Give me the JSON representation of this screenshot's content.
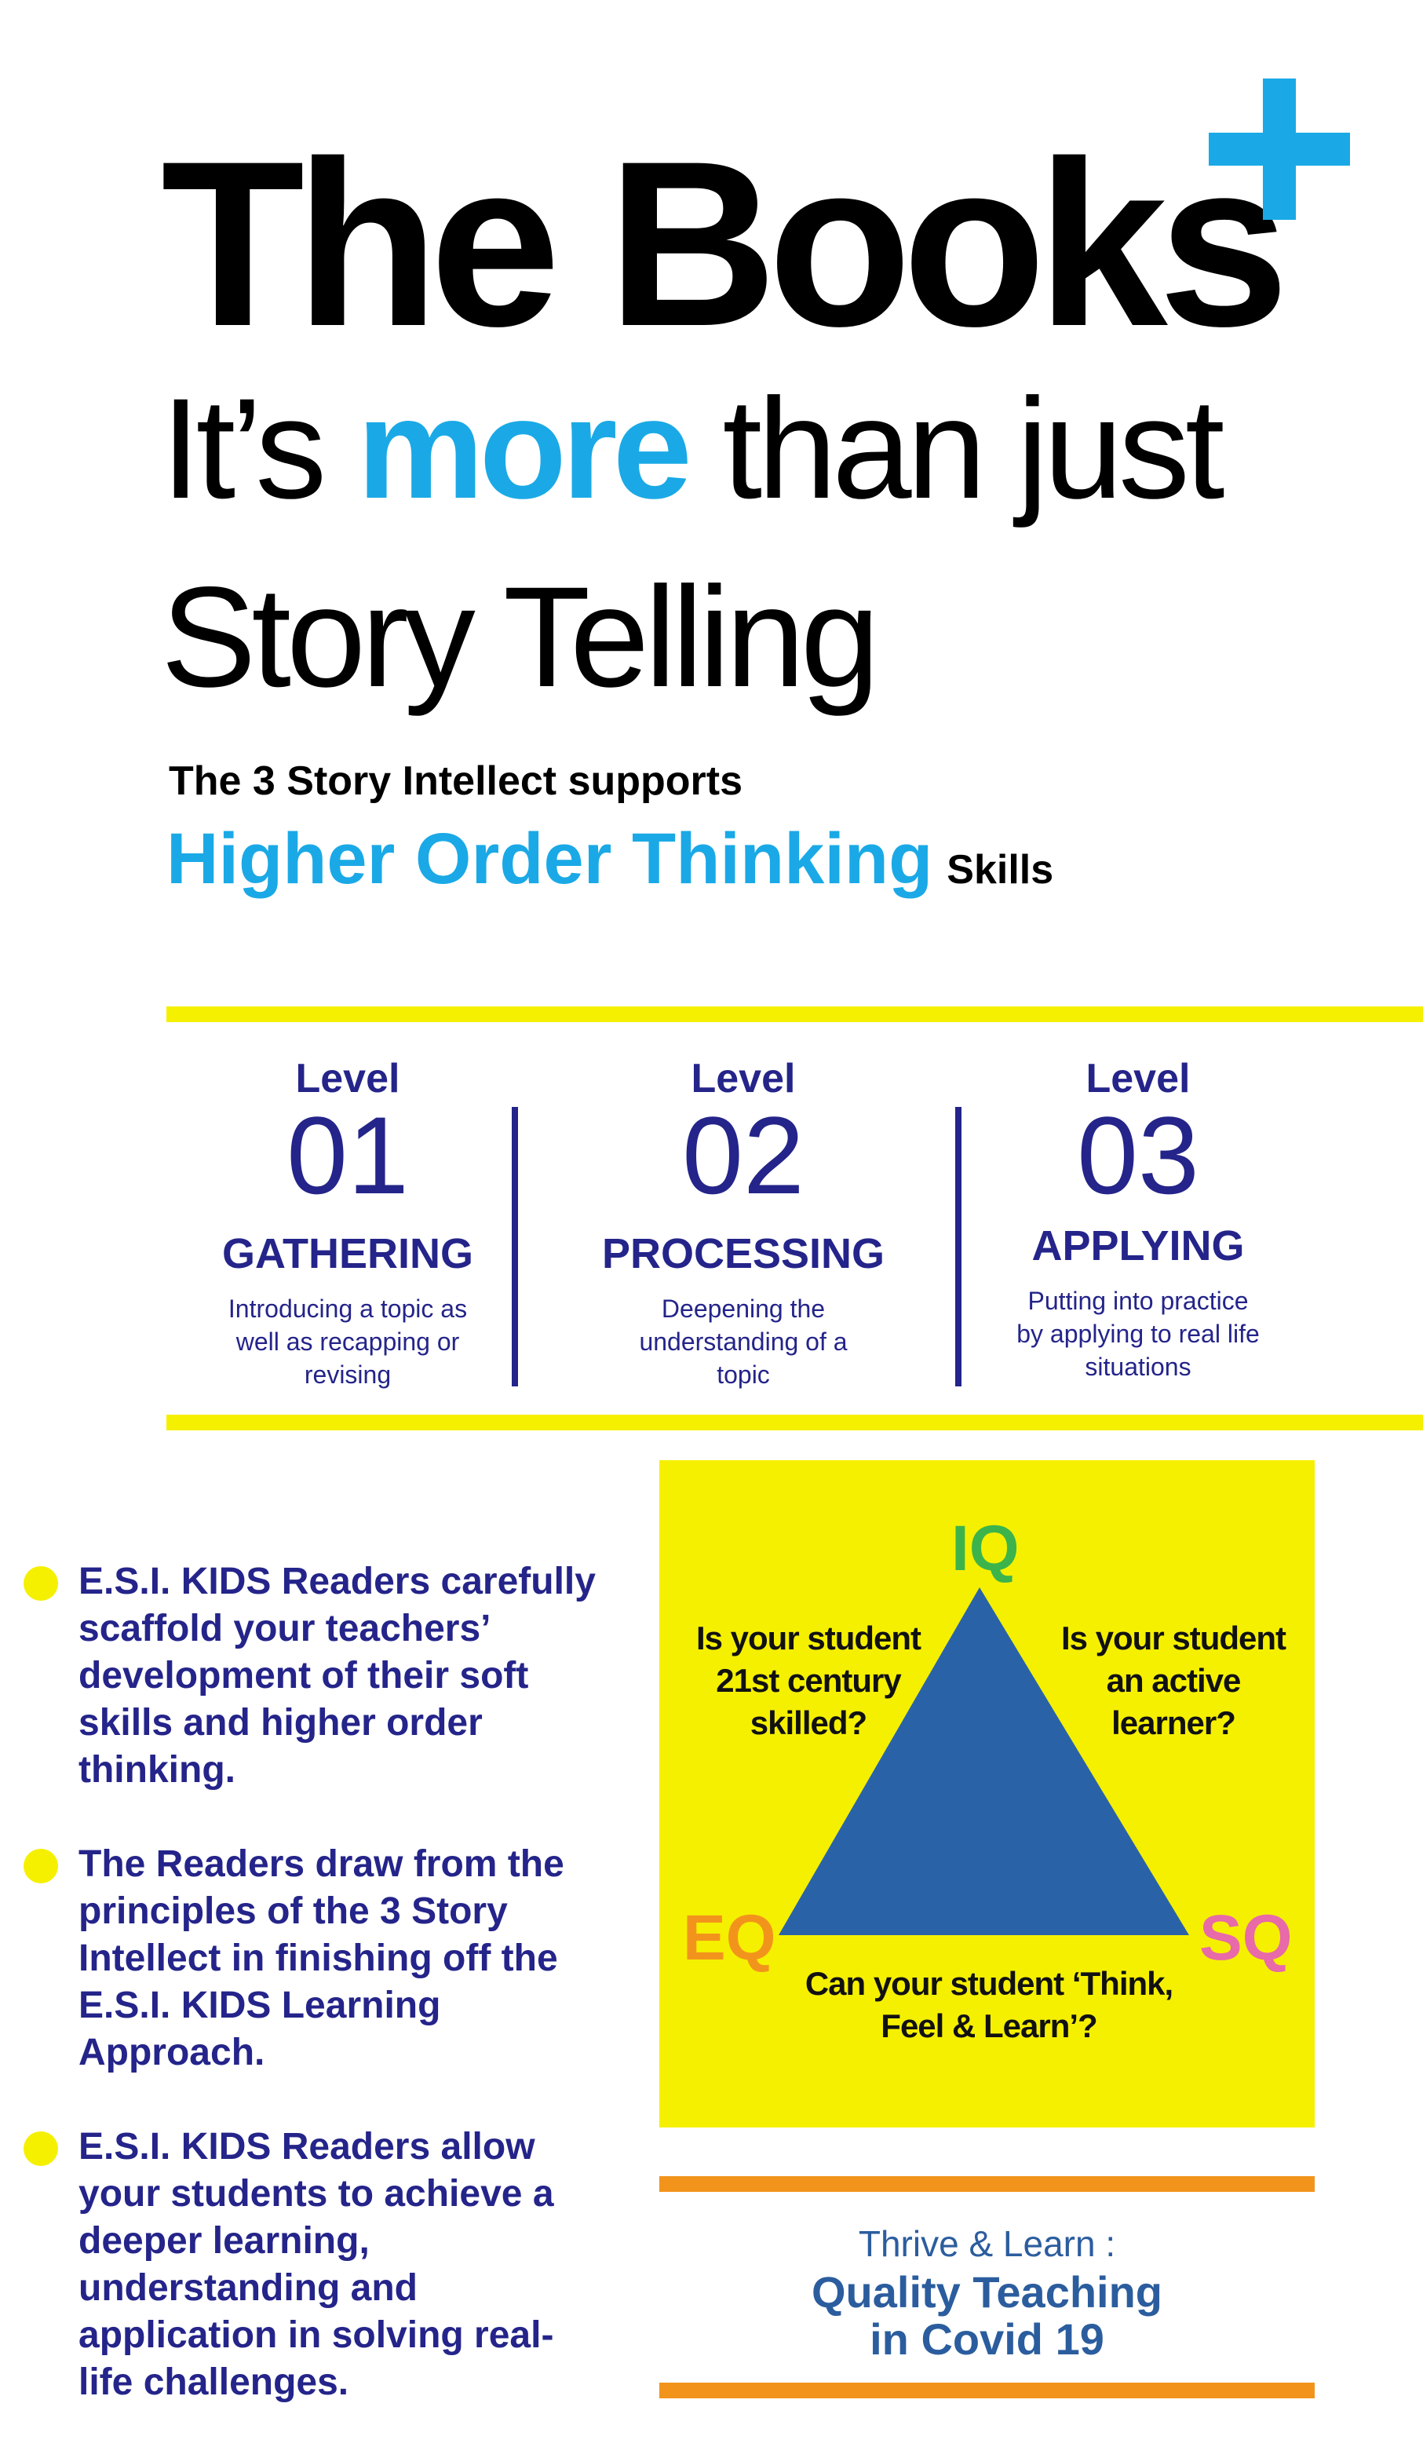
{
  "header": {
    "title": "The Books",
    "line1_start": "It’s",
    "line1_highlight": "more",
    "line1_end": "than just",
    "line2": "Story Telling",
    "intro": "The 3 Story Intellect supports",
    "hot": "Higher Order Thinking",
    "skills": "Skills"
  },
  "levels": [
    {
      "label": "Level",
      "number": "01",
      "name": "GATHERING",
      "description": "Introducing a topic as well as recapping or revising"
    },
    {
      "label": "Level",
      "number": "02",
      "name": "PROCESSING",
      "description": "Deepening the understanding of a topic"
    },
    {
      "label": "Level",
      "number": "03",
      "name": "APPLYING",
      "description": "Putting into practice by applying to real life situations"
    }
  ],
  "bullets": [
    "E.S.I. KIDS Readers carefully scaffold your teachers’ development of their soft skills and higher order thinking.",
    "The Readers draw from the principles of the 3 Story Intellect in finishing off the E.S.I. KIDS Learning Approach.",
    "E.S.I. KIDS Readers allow your students to achieve a deeper learning, understanding and application in solving real-life challenges."
  ],
  "triangle": {
    "iq": "IQ",
    "eq": "EQ",
    "sq": "SQ",
    "q_left": "Is your student 21st century skilled?",
    "q_right": "Is your student an active learner?",
    "q_bottom": "Can your student ‘Think, Feel & Learn’?"
  },
  "footer": {
    "line1": "Thrive & Learn :",
    "line2": "Quality Teaching",
    "line3": "in Covid 19"
  },
  "colors": {
    "accent_blue": "#1aa9e6",
    "navy": "#24248a",
    "yellow": "#f5f000",
    "orange": "#f2941c",
    "triangle_blue": "#2a62a8",
    "iq_green": "#3cb44b",
    "sq_pink": "#e86aa8"
  }
}
